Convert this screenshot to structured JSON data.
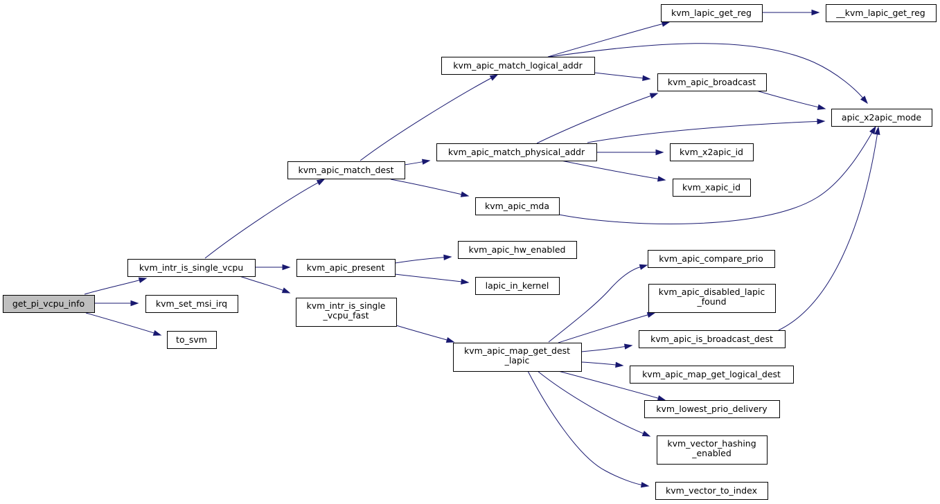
{
  "diagram": {
    "edge_color": "#191970",
    "root_fill": "#bfbfbf",
    "nodes": [
      {
        "id": "get_pi_vcpu_info",
        "lines": [
          "get_pi_vcpu_info"
        ],
        "root": true
      },
      {
        "id": "kvm_intr_is_single_vcpu",
        "lines": [
          "kvm_intr_is_single_vcpu"
        ]
      },
      {
        "id": "kvm_set_msi_irq",
        "lines": [
          "kvm_set_msi_irq"
        ]
      },
      {
        "id": "to_svm",
        "lines": [
          "to_svm"
        ]
      },
      {
        "id": "kvm_apic_match_dest",
        "lines": [
          "kvm_apic_match_dest"
        ]
      },
      {
        "id": "kvm_apic_present",
        "lines": [
          "kvm_apic_present"
        ]
      },
      {
        "id": "kvm_intr_is_single_vcpu_fast",
        "lines": [
          "kvm_intr_is_single",
          "_vcpu_fast"
        ]
      },
      {
        "id": "kvm_apic_match_logical_addr",
        "lines": [
          "kvm_apic_match_logical_addr"
        ]
      },
      {
        "id": "kvm_apic_match_physical_addr",
        "lines": [
          "kvm_apic_match_physical_addr"
        ]
      },
      {
        "id": "kvm_apic_mda",
        "lines": [
          "kvm_apic_mda"
        ]
      },
      {
        "id": "kvm_apic_hw_enabled",
        "lines": [
          "kvm_apic_hw_enabled"
        ]
      },
      {
        "id": "lapic_in_kernel",
        "lines": [
          "lapic_in_kernel"
        ]
      },
      {
        "id": "kvm_apic_map_get_dest_lapic",
        "lines": [
          "kvm_apic_map_get_dest",
          "_lapic"
        ]
      },
      {
        "id": "kvm_lapic_get_reg",
        "lines": [
          "kvm_lapic_get_reg"
        ]
      },
      {
        "id": "__kvm_lapic_get_reg",
        "lines": [
          "__kvm_lapic_get_reg"
        ]
      },
      {
        "id": "kvm_apic_broadcast",
        "lines": [
          "kvm_apic_broadcast"
        ]
      },
      {
        "id": "apic_x2apic_mode",
        "lines": [
          "apic_x2apic_mode"
        ]
      },
      {
        "id": "kvm_x2apic_id",
        "lines": [
          "kvm_x2apic_id"
        ]
      },
      {
        "id": "kvm_xapic_id",
        "lines": [
          "kvm_xapic_id"
        ]
      },
      {
        "id": "kvm_apic_compare_prio",
        "lines": [
          "kvm_apic_compare_prio"
        ]
      },
      {
        "id": "kvm_apic_disabled_lapic_found",
        "lines": [
          "kvm_apic_disabled_lapic",
          "_found"
        ]
      },
      {
        "id": "kvm_apic_is_broadcast_dest",
        "lines": [
          "kvm_apic_is_broadcast_dest"
        ]
      },
      {
        "id": "kvm_apic_map_get_logical_dest",
        "lines": [
          "kvm_apic_map_get_logical_dest"
        ]
      },
      {
        "id": "kvm_lowest_prio_delivery",
        "lines": [
          "kvm_lowest_prio_delivery"
        ]
      },
      {
        "id": "kvm_vector_hashing_enabled",
        "lines": [
          "kvm_vector_hashing",
          "_enabled"
        ]
      },
      {
        "id": "kvm_vector_to_index",
        "lines": [
          "kvm_vector_to_index"
        ]
      }
    ],
    "edges": [
      {
        "from": "get_pi_vcpu_info",
        "to": "kvm_intr_is_single_vcpu"
      },
      {
        "from": "get_pi_vcpu_info",
        "to": "kvm_set_msi_irq"
      },
      {
        "from": "get_pi_vcpu_info",
        "to": "to_svm"
      },
      {
        "from": "kvm_intr_is_single_vcpu",
        "to": "kvm_apic_match_dest"
      },
      {
        "from": "kvm_intr_is_single_vcpu",
        "to": "kvm_apic_present"
      },
      {
        "from": "kvm_intr_is_single_vcpu",
        "to": "kvm_intr_is_single_vcpu_fast"
      },
      {
        "from": "kvm_apic_match_dest",
        "to": "kvm_apic_match_logical_addr"
      },
      {
        "from": "kvm_apic_match_dest",
        "to": "kvm_apic_match_physical_addr"
      },
      {
        "from": "kvm_apic_match_dest",
        "to": "kvm_apic_mda"
      },
      {
        "from": "kvm_apic_match_logical_addr",
        "to": "kvm_lapic_get_reg"
      },
      {
        "from": "kvm_apic_match_logical_addr",
        "to": "kvm_apic_broadcast"
      },
      {
        "from": "kvm_apic_match_logical_addr",
        "to": "apic_x2apic_mode"
      },
      {
        "from": "kvm_lapic_get_reg",
        "to": "__kvm_lapic_get_reg"
      },
      {
        "from": "kvm_apic_broadcast",
        "to": "apic_x2apic_mode"
      },
      {
        "from": "kvm_apic_match_physical_addr",
        "to": "kvm_apic_broadcast"
      },
      {
        "from": "kvm_apic_match_physical_addr",
        "to": "apic_x2apic_mode"
      },
      {
        "from": "kvm_apic_match_physical_addr",
        "to": "kvm_x2apic_id"
      },
      {
        "from": "kvm_apic_match_physical_addr",
        "to": "kvm_xapic_id"
      },
      {
        "from": "kvm_apic_mda",
        "to": "apic_x2apic_mode"
      },
      {
        "from": "kvm_apic_present",
        "to": "kvm_apic_hw_enabled"
      },
      {
        "from": "kvm_apic_present",
        "to": "lapic_in_kernel"
      },
      {
        "from": "kvm_intr_is_single_vcpu_fast",
        "to": "kvm_apic_map_get_dest_lapic"
      },
      {
        "from": "kvm_apic_map_get_dest_lapic",
        "to": "kvm_apic_compare_prio"
      },
      {
        "from": "kvm_apic_map_get_dest_lapic",
        "to": "kvm_apic_disabled_lapic_found"
      },
      {
        "from": "kvm_apic_map_get_dest_lapic",
        "to": "kvm_apic_is_broadcast_dest"
      },
      {
        "from": "kvm_apic_map_get_dest_lapic",
        "to": "kvm_apic_map_get_logical_dest"
      },
      {
        "from": "kvm_apic_map_get_dest_lapic",
        "to": "kvm_lowest_prio_delivery"
      },
      {
        "from": "kvm_apic_map_get_dest_lapic",
        "to": "kvm_vector_hashing_enabled"
      },
      {
        "from": "kvm_apic_map_get_dest_lapic",
        "to": "kvm_vector_to_index"
      },
      {
        "from": "kvm_apic_is_broadcast_dest",
        "to": "apic_x2apic_mode"
      }
    ]
  }
}
